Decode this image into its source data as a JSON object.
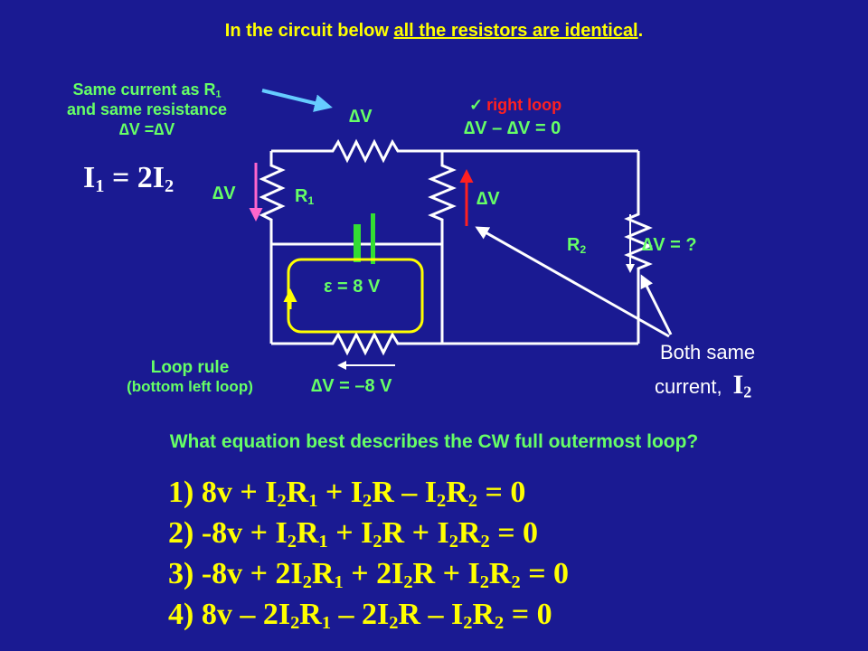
{
  "header": {
    "prefix": "In the circuit below ",
    "underlined": "all the resistors are identical",
    "suffix": "."
  },
  "note_same_current": {
    "line1": "Same current as R",
    "line1_sub": "1",
    "line2": "and same resistance",
    "line3": "∆V =∆V"
  },
  "current_relation": {
    "lhs": "I",
    "lhs_sub": "1",
    "rhs": " = 2I",
    "rhs_sub": "2"
  },
  "labels": {
    "dv": "∆V",
    "r1": "R",
    "r1_sub": "1",
    "r2": "R",
    "r2_sub": "2",
    "dv_question": "∆V = ?",
    "right_loop_check": "✓",
    "right_loop_title": "right loop",
    "right_loop_eq": "∆V – ∆V = 0",
    "emf": "ε = 8 V",
    "dv_bottom": "∆V = –8 V",
    "loop_rule": "Loop rule",
    "loop_rule_sub": "(bottom left loop)",
    "both_same_line1": "Both same",
    "both_same_line2": "current,",
    "both_same_i": "I",
    "both_same_i_sub": "2"
  },
  "question": "What equation best describes the CW full outermost loop?",
  "options": [
    {
      "num": "1) ",
      "a": " 8v +   I",
      "a_sub": "2",
      "b": "R",
      "b_sub": "1",
      "c": " +   I",
      "c_sub": "2",
      "d": "R – I",
      "d_sub": "2",
      "e": "R",
      "e_sub": "2",
      "f": " = 0"
    },
    {
      "num": "2) ",
      "a": "-8v +   I",
      "a_sub": "2",
      "b": "R",
      "b_sub": "1",
      "c": " +   I",
      "c_sub": "2",
      "d": "R + I",
      "d_sub": "2",
      "e": "R",
      "e_sub": "2",
      "f": " = 0"
    },
    {
      "num": "3) ",
      "a": "-8v + 2I",
      "a_sub": "2",
      "b": "R",
      "b_sub": "1",
      "c": " + 2I",
      "c_sub": "2",
      "d": "R + I",
      "d_sub": "2",
      "e": "R",
      "e_sub": "2",
      "f": " = 0"
    },
    {
      "num": "4) ",
      "a": " 8v – 2I",
      "a_sub": "2",
      "b": "R",
      "b_sub": "1",
      "c": " – 2I",
      "c_sub": "2",
      "d": "R – I",
      "d_sub": "2",
      "e": "R",
      "e_sub": "2",
      "f": " = 0"
    }
  ],
  "colors": {
    "background": "#1a1a92",
    "wire": "#ffffff",
    "label_yellow": "#ffff00",
    "label_green": "#66ff66",
    "arrow_magenta": "#ff66cc",
    "arrow_red": "#ff2020",
    "battery_green": "#33dd33",
    "callout_cyan": "#66ccff"
  }
}
